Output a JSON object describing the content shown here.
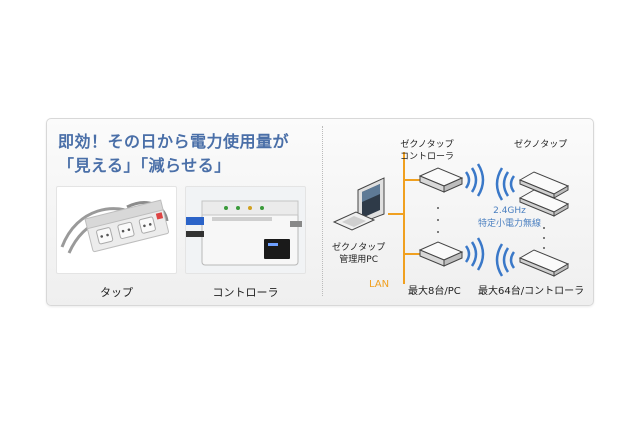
{
  "headline": {
    "line1": "即効！その日から電力使用量が",
    "line2": "「見える」「減らせる」"
  },
  "products": {
    "tap_caption": "タップ",
    "controller_caption": "コントローラ"
  },
  "diagram": {
    "pc_label_line1": "ゼクノタップ",
    "pc_label_line2": "管理用PC",
    "controller_label_line1": "ゼクノタップ",
    "controller_label_line2": "コントローラ",
    "tap_label": "ゼクノタップ",
    "lan_label": "LAN",
    "wireless_line1": "2.4GHz",
    "wireless_line2": "特定小電力無線",
    "max_controllers": "最大8台/PC",
    "max_taps": "最大64台/コントローラ"
  },
  "colors": {
    "headline": "#4a6fa8",
    "lan_line": "#f0a020",
    "wireless_waves": "#3a78c8"
  }
}
